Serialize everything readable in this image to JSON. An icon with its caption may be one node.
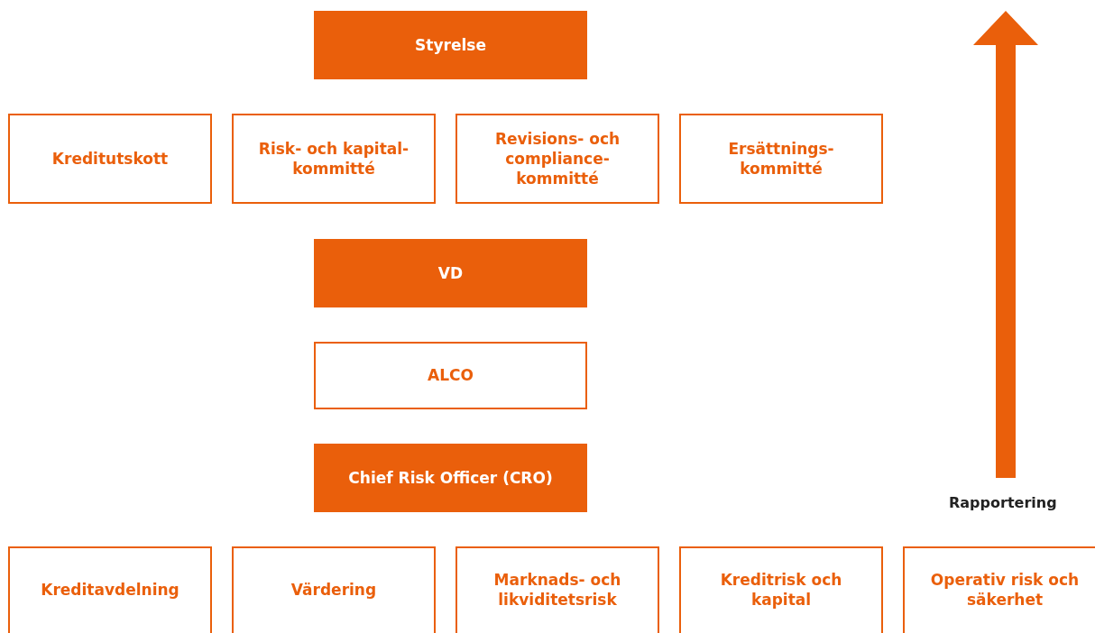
{
  "diagram": {
    "nodes": [
      {
        "text": [
          "Styrelse"
        ]
      },
      {
        "text": [
          "Kreditutskott"
        ]
      },
      {
        "text": [
          "Risk- och kapital- kommitté"
        ]
      },
      {
        "text": [
          "Revisions- och compliance- kommitté"
        ]
      },
      {
        "text": [
          "Ersättnings- kommitté"
        ]
      },
      {
        "text": [
          "VD"
        ]
      },
      {
        "text": [
          "ALCO"
        ]
      },
      {
        "text": [
          "Chief Risk Officer (CRO)"
        ]
      },
      {
        "text": [
          "Kreditavdelning"
        ]
      },
      {
        "text": [
          "Värdering"
        ]
      },
      {
        "text": [
          "Marknads- och likviditetsrisk"
        ]
      },
      {
        "text": [
          "Kreditrisk och kapital"
        ]
      },
      {
        "text": [
          "Operativ risk och säkerhet"
        ]
      }
    ],
    "edges": [],
    "labels": [
      "Rapportering"
    ]
  }
}
